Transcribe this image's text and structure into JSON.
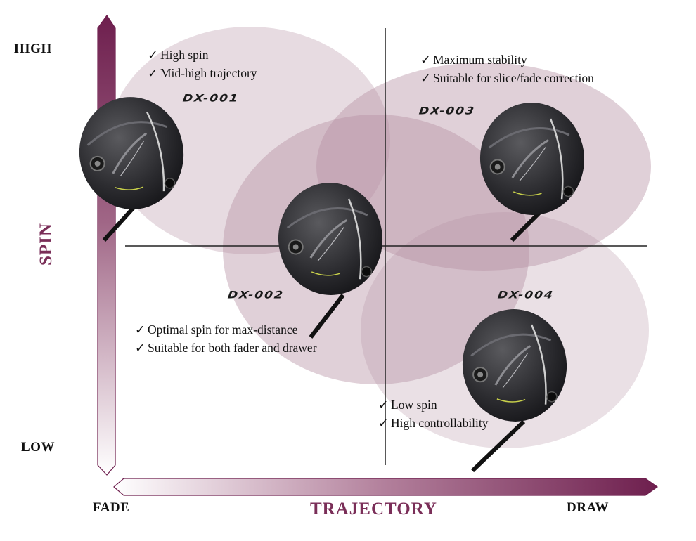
{
  "axes": {
    "y_title": "SPIN",
    "y_high": "HIGH",
    "y_low": "LOW",
    "x_title": "TRAJECTORY",
    "x_left": "FADE",
    "x_right": "DRAW"
  },
  "colors": {
    "accent": "#6e1f4e",
    "bubble": "#b58ea3",
    "line": "#222222"
  },
  "check_glyph": "✓",
  "models": [
    {
      "name": "DX-001",
      "features": [
        "High spin",
        "Mid-high trajectory"
      ]
    },
    {
      "name": "DX-002",
      "features": [
        "Optimal spin for max-distance",
        "Suitable for both fader and drawer"
      ]
    },
    {
      "name": "DX-003",
      "features": [
        "Maximum stability",
        "Suitable for slice/fade correction"
      ]
    },
    {
      "name": "DX-004",
      "features": [
        "Low spin",
        "High controllability"
      ]
    }
  ]
}
